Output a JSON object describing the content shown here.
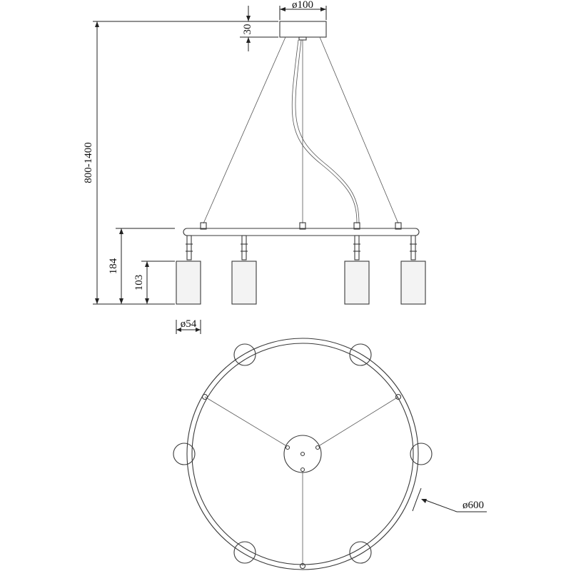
{
  "dimensions": {
    "canopy_diameter": "ø100",
    "canopy_height": "30",
    "total_height": "800-1400",
    "bar_height": "184",
    "shade_height": "103",
    "shade_diameter": "ø54",
    "ring_diameter": "ø600"
  }
}
